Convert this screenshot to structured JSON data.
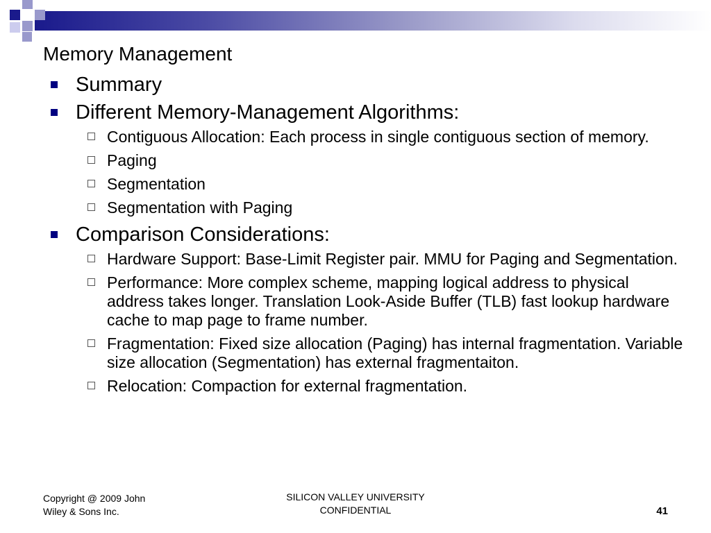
{
  "colors": {
    "bullet_primary": "#000080",
    "bullet_secondary_border": "#555555",
    "decor_dark": "#1a1a8c",
    "decor_light": "#9999cc"
  },
  "slide": {
    "title": "Memory Management",
    "bullets": [
      {
        "text": "Summary",
        "sub": []
      },
      {
        "text": "Different Memory-Management Algorithms:",
        "sub": [
          "Contiguous Allocation: Each process in single contiguous section of memory.",
          "Paging",
          "Segmentation",
          "Segmentation with Paging"
        ]
      },
      {
        "text": "Comparison Considerations:",
        "sub": [
          "Hardware Support: Base-Limit Register pair. MMU for Paging and Segmentation.",
          "Performance: More complex scheme, mapping logical address to physical address takes longer. Translation Look-Aside Buffer (TLB) fast lookup hardware cache to map page to frame number.",
          "Fragmentation: Fixed size allocation (Paging) has internal fragmentation. Variable size allocation (Segmentation) has external fragmentaiton.",
          "Relocation: Compaction for external fragmentation."
        ]
      }
    ]
  },
  "footer": {
    "copyright_line1": "Copyright @ 2009 John",
    "copyright_line2": "Wiley & Sons Inc.",
    "center_line1": "SILICON VALLEY UNIVERSITY",
    "center_line2": "CONFIDENTIAL",
    "page_number": "41"
  }
}
